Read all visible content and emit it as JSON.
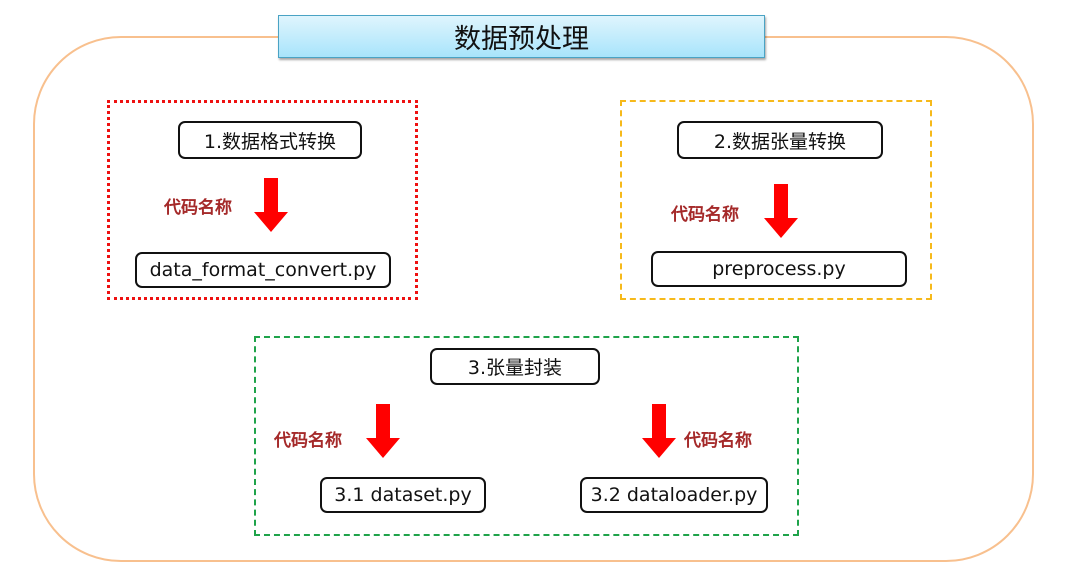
{
  "title": "数据预处理",
  "colors": {
    "outer_border": "#f8c08e",
    "title_fill_top": "#dff5fd",
    "title_fill_bottom": "#a8e4fb",
    "group1_border": "#ee1111",
    "group2_border": "#f6b91b",
    "group3_border": "#1fa34a",
    "arrow": "#ff0000",
    "label_text": "#a52a2a"
  },
  "groups": [
    {
      "step": "1.数据格式转换",
      "arrows": [
        {
          "label": "代码名称",
          "file": "data_format_convert.py"
        }
      ]
    },
    {
      "step": "2.数据张量转换",
      "arrows": [
        {
          "label": "代码名称",
          "file": "preprocess.py"
        }
      ]
    },
    {
      "step": "3.张量封装",
      "arrows": [
        {
          "label": "代码名称",
          "file": "3.1 dataset.py"
        },
        {
          "label": "代码名称",
          "file": "3.2 dataloader.py"
        }
      ]
    }
  ]
}
